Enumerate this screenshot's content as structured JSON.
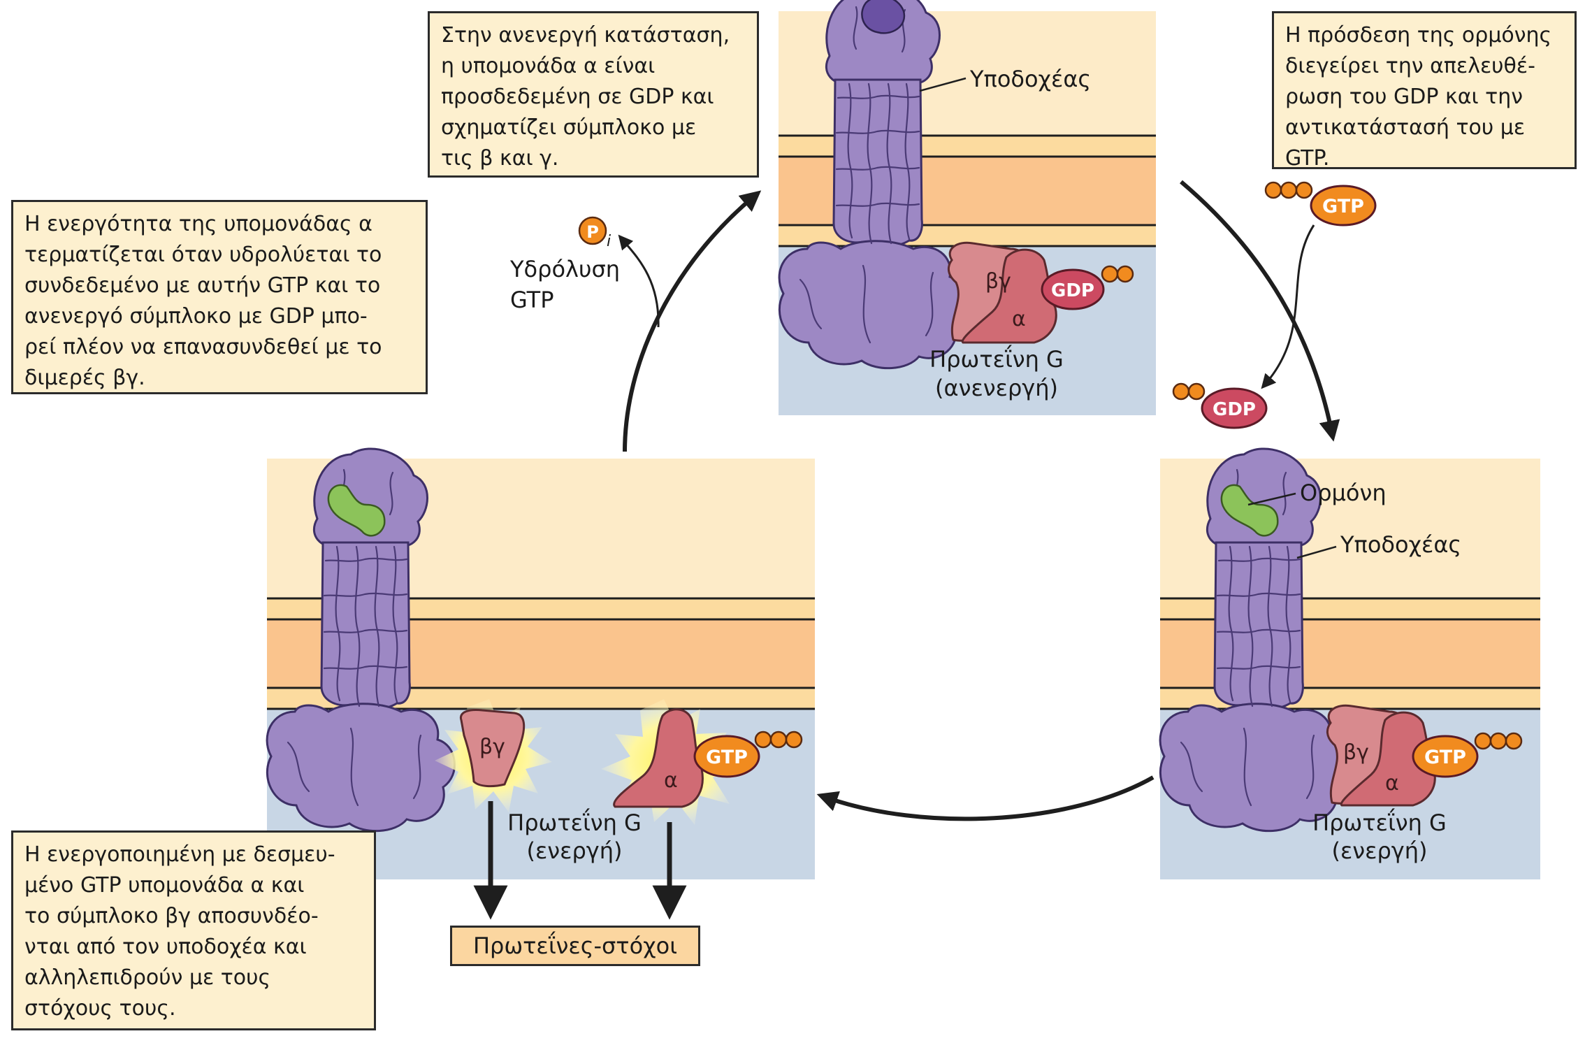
{
  "captions": {
    "inactive": [
      "Στην ανενεργή κατάσταση,",
      "η υπομονάδα α είναι",
      "προσδεδεμένη σε GDP και",
      "σχηματίζει σύμπλοκο με",
      "τις β και γ."
    ],
    "binding": [
      "Η πρόσδεση της ορμόνης",
      "διεγείρει την απελευθέ-",
      "ρωση του GDP και την",
      "αντικατάστασή του με",
      "GTP."
    ],
    "termination": [
      "Η ενεργότητα της υπομονάδας α",
      "τερματίζεται όταν υδρολύεται το",
      "συνδεδεμένο με αυτήν GTP και το",
      "ανενεργό σύμπλοκο με GDP μπο-",
      "ρεί πλέον να επανασυνδεθεί με το",
      "διμερές βγ."
    ],
    "activated": [
      "Η ενεργοποιημένη με δεσμευ-",
      "μένο GTP υπομονάδα α και",
      "το σύμπλοκο βγ αποσυνδέο-",
      "νται από τον υποδοχέα και",
      "αλληλεπιδρούν με τους",
      "στόχους τους."
    ]
  },
  "labels": {
    "receptor": "Υποδοχέας",
    "hormone": "Ορμόνη",
    "g_protein": "Πρωτεΐνη G",
    "inactive_state": "(ανενεργή)",
    "active_state": "(ενεργή)",
    "beta_gamma": "βγ",
    "alpha": "α",
    "gdp": "GDP",
    "gtp": "GTP",
    "pi": "P",
    "pi_sub": "i",
    "hydrolysis_line1": "Υδρόλυση",
    "hydrolysis_line2": "GTP",
    "targets": "Πρωτεΐνες-στόχοι"
  },
  "colors": {
    "extracellular": "#fdebc8",
    "membrane_core": "#fac48d",
    "membrane_edge": "#fcdb9f",
    "cytoplasm": "#c8d6e5",
    "receptor": "#9d88c4",
    "receptor_pocket": "#6a51a3",
    "hormone": "#8cc35a",
    "beta_gamma": "#d88a8e",
    "alpha": "#d06b74",
    "gdp": "#cc4a61",
    "gtp": "#f18b1f",
    "phosphate": "#f18b1f",
    "glow": "#fff27a",
    "caption_fill": "#fdf0cf",
    "target_fill": "#fbd6a0"
  }
}
